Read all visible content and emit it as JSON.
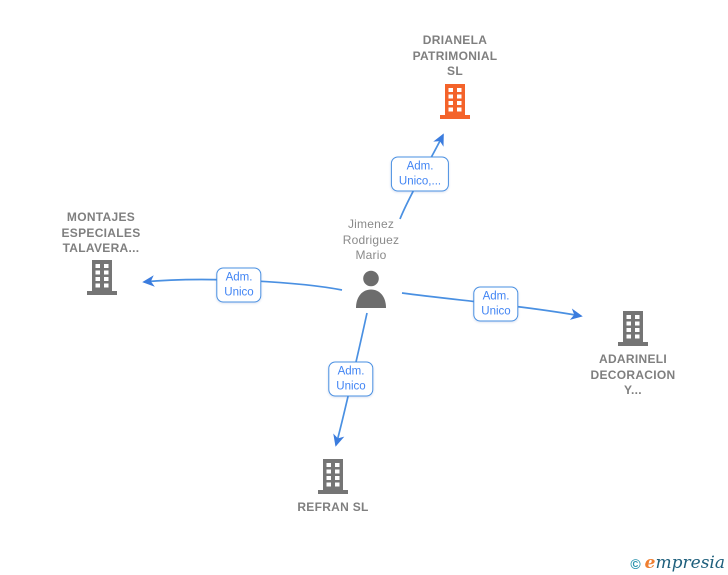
{
  "diagram": {
    "person": {
      "name": "Jimenez\nRodriguez\nMario"
    },
    "companies": {
      "top": {
        "name": "DRIANELA\nPATRIMONIAL\nSL"
      },
      "left": {
        "name": "MONTAJES\nESPECIALES\nTALAVERA..."
      },
      "right": {
        "name": "ADARINELI\nDECORACION\nY..."
      },
      "bottom": {
        "name": "REFRAN SL"
      }
    },
    "edge_labels": {
      "to_top": "Adm.\nUnico,...",
      "to_left": "Adm.\nUnico",
      "to_right": "Adm.\nUnico",
      "to_bottom": "Adm.\nUnico"
    }
  },
  "colors": {
    "edge_line": "#4a90e2",
    "edge_arrow": "#3b7cde",
    "edge_label_text": "#4285f4",
    "company_icon": "#757575",
    "company_icon_highlight": "#f4632a",
    "node_label_text": "#7f7f7f",
    "person_icon": "#6d6d6d",
    "watermark_teal": "#2b93ad",
    "watermark_orange": "#ef7f31",
    "watermark_dark": "#1e5f7c"
  },
  "watermark": {
    "copyright": "©",
    "brand_initial": "e",
    "brand_rest": "mpresia"
  }
}
